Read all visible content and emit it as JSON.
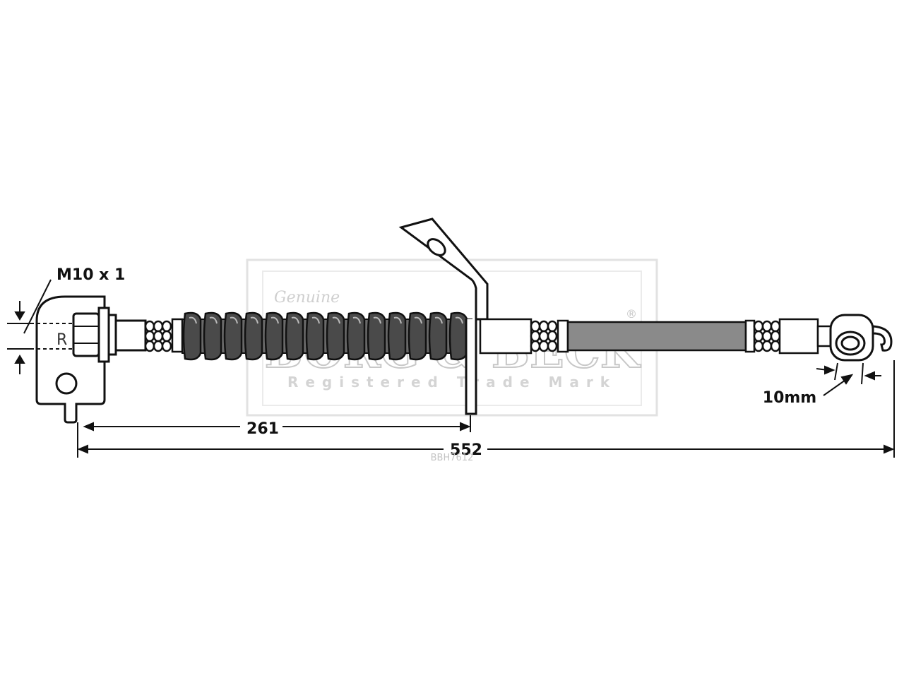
{
  "thread_spec": "M10 x 1",
  "end_marker": "R",
  "dimension_partial": "261",
  "dimension_total": "552",
  "dimension_eye": "10mm",
  "watermark": {
    "script": "Genuine",
    "brand": "BORG & BECK",
    "registered_symbol": "®",
    "tagline": "Registered Trade Mark"
  },
  "part_number": "BBH7612",
  "colors": {
    "line": "#111111",
    "hose_dark": "#555555",
    "tube_grey": "#8a8a8a",
    "watermark": "#c8c8c8"
  }
}
